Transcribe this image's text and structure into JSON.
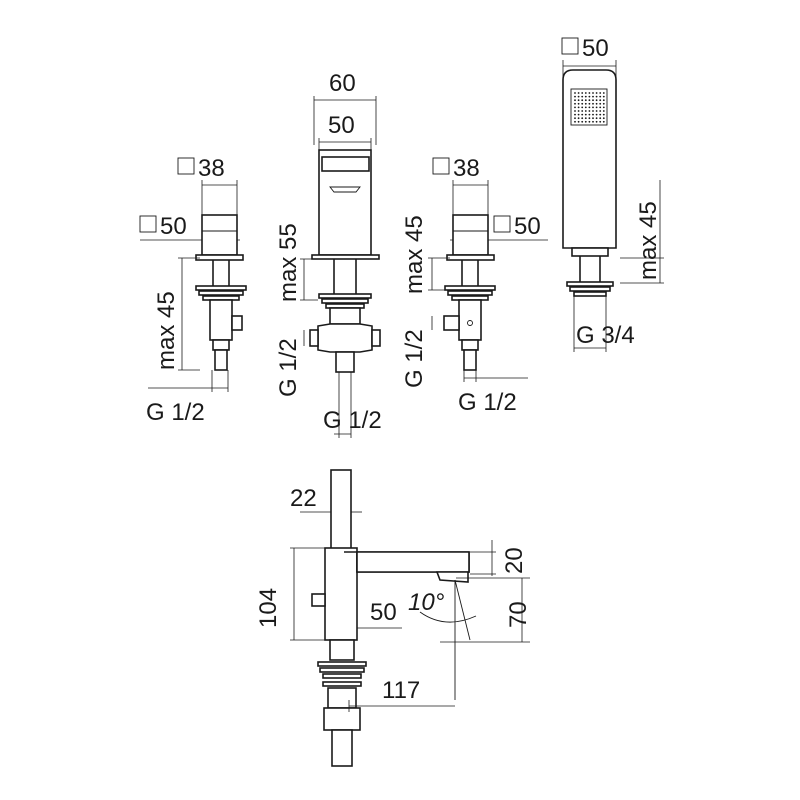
{
  "components": {
    "mixer_valve_left": {
      "head_width": "38",
      "base_size": "50",
      "height": "max 45",
      "thread": "G 1/2"
    },
    "spout": {
      "overall_width": "60",
      "body_width": "50",
      "height": "max 55",
      "thread_side": "G 1/2",
      "thread_bottom": "G 1/2"
    },
    "mixer_valve_right": {
      "head_width": "38",
      "base_size": "50",
      "height": "max 45",
      "thread_side": "G 1/2",
      "thread_bottom": "G 1/2"
    },
    "hand_shower": {
      "size": "50",
      "height": "max 45",
      "thread": "G 3/4"
    }
  },
  "side_view": {
    "top_offset": "22",
    "overall_height": "104",
    "spout_thickness": "20",
    "outlet_height": "70",
    "body_size": "50",
    "spout_angle": "10°",
    "reach": "117"
  },
  "icons": {
    "square_symbol": "square-outline-icon",
    "degree_symbol": "degree-icon"
  }
}
